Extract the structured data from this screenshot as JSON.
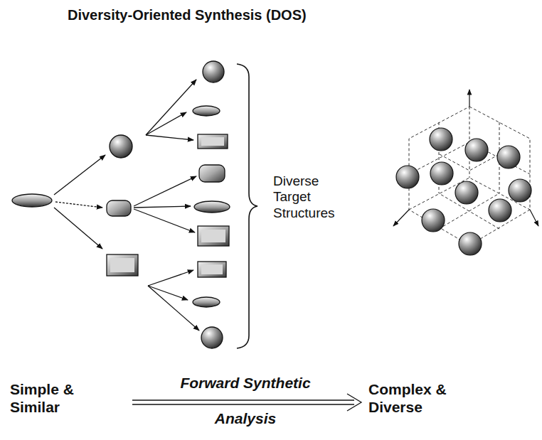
{
  "diagram": {
    "title": "Diversity-Oriented Synthesis (DOS)",
    "labels": [
      "Diverse Target Structures",
      "Simple & Similar",
      "Forward Synthetic",
      "Analysis",
      "Complex & Diverse"
    ]
  }
}
